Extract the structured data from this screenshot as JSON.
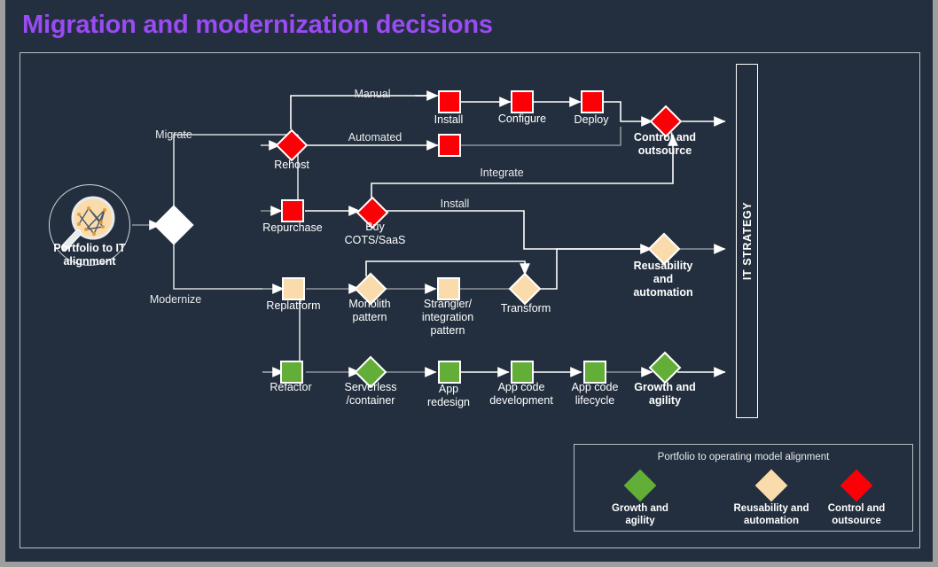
{
  "title": "Migration and modernization decisions",
  "colors": {
    "background": "#232f3e",
    "title": "#9a4bf5",
    "red": "#fb0007",
    "green": "#62ae37",
    "peach": "#fadcac",
    "white": "#ffffff",
    "wire": "#8e949b",
    "frame": "#b9bec4",
    "outer": "#9e9e9e"
  },
  "start": {
    "icon": "magnifier-network-icon",
    "label_line1": "Portfolio to IT",
    "label_line2": "alignment"
  },
  "decision": {
    "name": "root-decision-diamond"
  },
  "edge_labels": {
    "migrate": "Migrate",
    "modernize": "Modernize",
    "manual": "Manual",
    "automated": "Automated",
    "integrate": "Integrate",
    "install_cots": "Install"
  },
  "it_strategy": {
    "label": "IT STRATEGY"
  },
  "branches": {
    "rehost": {
      "label": "Rehost",
      "shape": "diamond",
      "color": "#fb0007",
      "manual_steps": [
        {
          "label": "Install",
          "shape": "square",
          "color": "#fb0007"
        },
        {
          "label": "Configure",
          "shape": "square",
          "color": "#fb0007"
        },
        {
          "label": "Deploy",
          "shape": "square",
          "color": "#fb0007"
        }
      ],
      "automated_steps": [
        {
          "label": "",
          "shape": "square",
          "color": "#fb0007"
        }
      ]
    },
    "repurchase": {
      "label": "Repurchase",
      "shape": "square",
      "color": "#fb0007",
      "next": {
        "label_line1": "Buy",
        "label_line2": "COTS/SaaS",
        "shape": "diamond",
        "color": "#fb0007"
      }
    },
    "replatform": {
      "label": "Replatform",
      "shape": "square",
      "color": "#fadcac",
      "steps": [
        {
          "label_line1": "Monolith",
          "label_line2": "pattern",
          "shape": "diamond",
          "color": "#fadcac"
        },
        {
          "label_line1": "Strangler/",
          "label_line2": "integration",
          "label_line3": "pattern",
          "shape": "square",
          "color": "#fadcac"
        },
        {
          "label_line1": "Transform",
          "shape": "diamond",
          "color": "#fadcac"
        }
      ]
    },
    "refactor": {
      "label": "Refactor",
      "shape": "square",
      "color": "#62ae37",
      "steps": [
        {
          "label_line1": "Serverless",
          "label_line2": "/container",
          "shape": "diamond",
          "color": "#62ae37"
        },
        {
          "label_line1": "App",
          "label_line2": "redesign",
          "shape": "square",
          "color": "#62ae37"
        },
        {
          "label_line1": "App code",
          "label_line2": "development",
          "shape": "square",
          "color": "#62ae37"
        },
        {
          "label_line1": "App code",
          "label_line2": "lifecycle",
          "shape": "square",
          "color": "#62ae37"
        }
      ]
    }
  },
  "outcomes": {
    "control": {
      "label_line1": "Control and",
      "label_line2": "outsource",
      "color": "#fb0007"
    },
    "reusability": {
      "label_line1": "Reusability",
      "label_line2": "and",
      "label_line3": "automation",
      "color": "#fadcac"
    },
    "growth": {
      "label_line1": "Growth and",
      "label_line2": "agility",
      "color": "#62ae37"
    }
  },
  "legend": {
    "title": "Portfolio to operating model alignment",
    "items": [
      {
        "label_line1": "Growth and",
        "label_line2": "agility",
        "color": "#62ae37"
      },
      {
        "label_line1": "Reusability and",
        "label_line2": "automation",
        "color": "#fadcac"
      },
      {
        "label_line1": "Control and",
        "label_line2": "outsource",
        "color": "#fb0007"
      }
    ]
  }
}
